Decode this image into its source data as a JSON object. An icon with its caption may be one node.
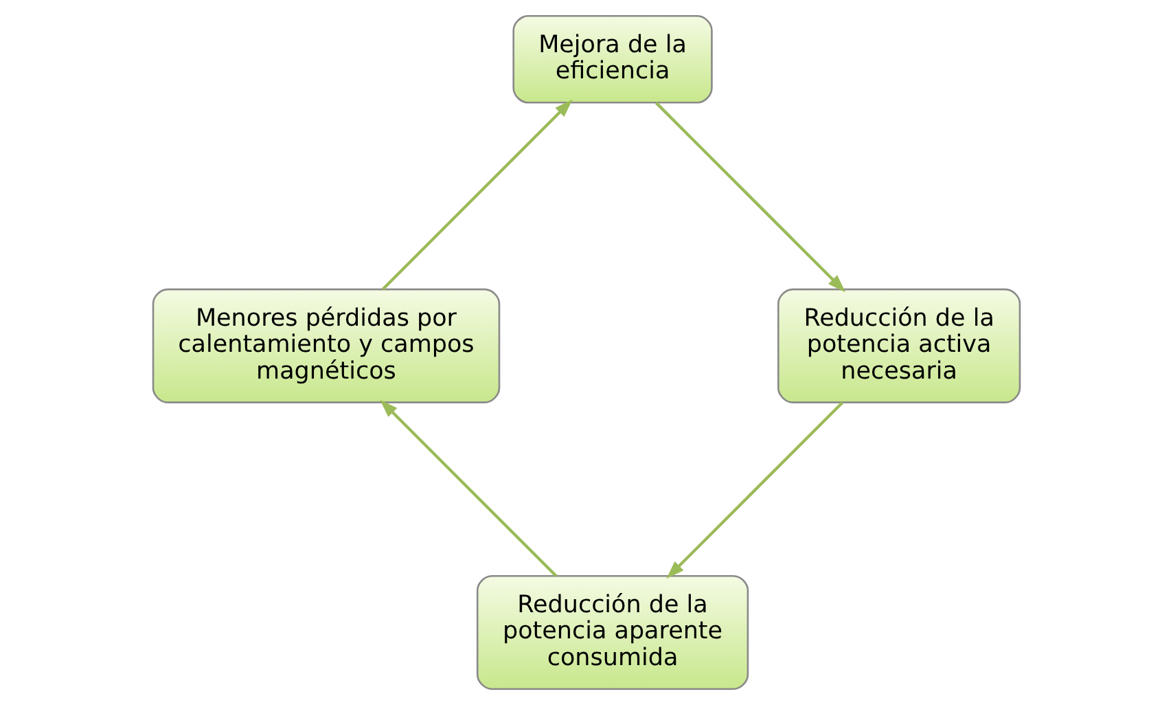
{
  "diagram": {
    "nodes": [
      {
        "text": [
          "Reducción de la potencia aparente consumida"
        ]
      },
      {
        "text": [
          "Menores pérdidas por calentamiento y campos magnéticos"
        ]
      },
      {
        "text": [
          "Mejora de la eficiencia"
        ]
      },
      {
        "text": [
          "Reducción de la potencia activa necesaria"
        ]
      }
    ],
    "edges": [
      {
        "from": 0,
        "to": 1,
        "arrow": "to"
      },
      {
        "from": 1,
        "to": 2,
        "arrow": "to"
      },
      {
        "from": 2,
        "to": 3,
        "arrow": "to"
      },
      {
        "from": 3,
        "to": 0,
        "arrow": "to"
      }
    ]
  }
}
